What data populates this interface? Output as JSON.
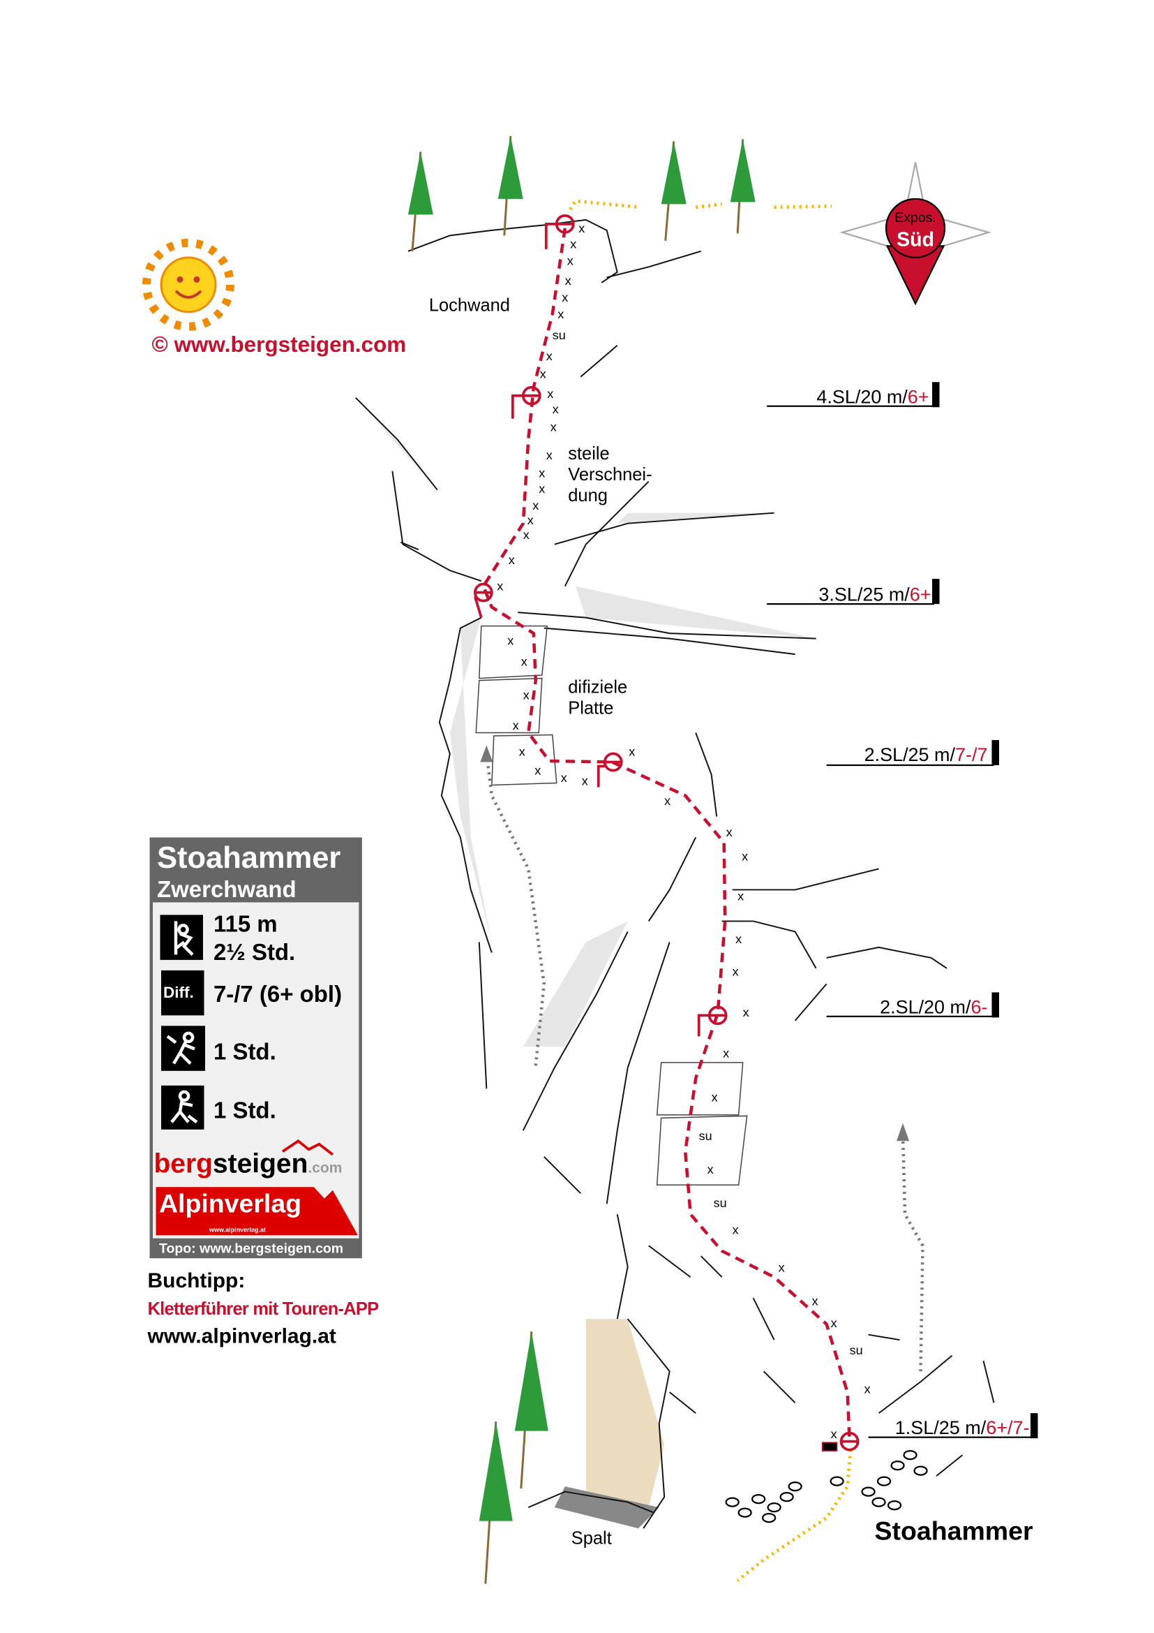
{
  "copyright": "© www.bergsteigen.com",
  "labels": {
    "lochwand": "Lochwand",
    "verschneidung": [
      "steile",
      "Verschnei-",
      "dung"
    ],
    "platte": [
      "difiziele",
      "Platte"
    ],
    "spalt": "Spalt",
    "crag": "Stoahammer"
  },
  "compass": {
    "line1": "Expos.",
    "line2": "Süd"
  },
  "pitches": [
    {
      "text": "4.SL/20 m/",
      "grade": "6+"
    },
    {
      "text": "3.SL/25 m/",
      "grade": "6+"
    },
    {
      "text": "2.SL/25 m/",
      "grade": "7-/7"
    },
    {
      "text": "2.SL/20 m/",
      "grade": "6-"
    },
    {
      "text": "1.SL/25 m/",
      "grade": "6+/7-"
    }
  ],
  "bolt_marks": {
    "x": "x",
    "su": "su"
  },
  "infobox": {
    "title": "Stoahammer",
    "subtitle": "Zwerchwand",
    "length": "115 m",
    "climb_time": "2½ Std.",
    "diff_badge": "Diff.",
    "difficulty": "7-/7 (6+ obl)",
    "approach_time": "1 Std.",
    "descent_time": "1 Std.",
    "logo_berg": "berg",
    "logo_steigen": "steigen",
    "logo_com": ".com",
    "alpinverlag": "Alpinverlag",
    "alpinverlag_url": "www.alpinverlag.at",
    "footer": "Topo: www.bergsteigen.com"
  },
  "book": {
    "heading": "Buchtipp:",
    "title": "Kletterführer mit Touren-APP",
    "url": "www.alpinverlag.at"
  },
  "colors": {
    "route": "#c8102e",
    "path": "#f5b800",
    "box": "#666666"
  }
}
